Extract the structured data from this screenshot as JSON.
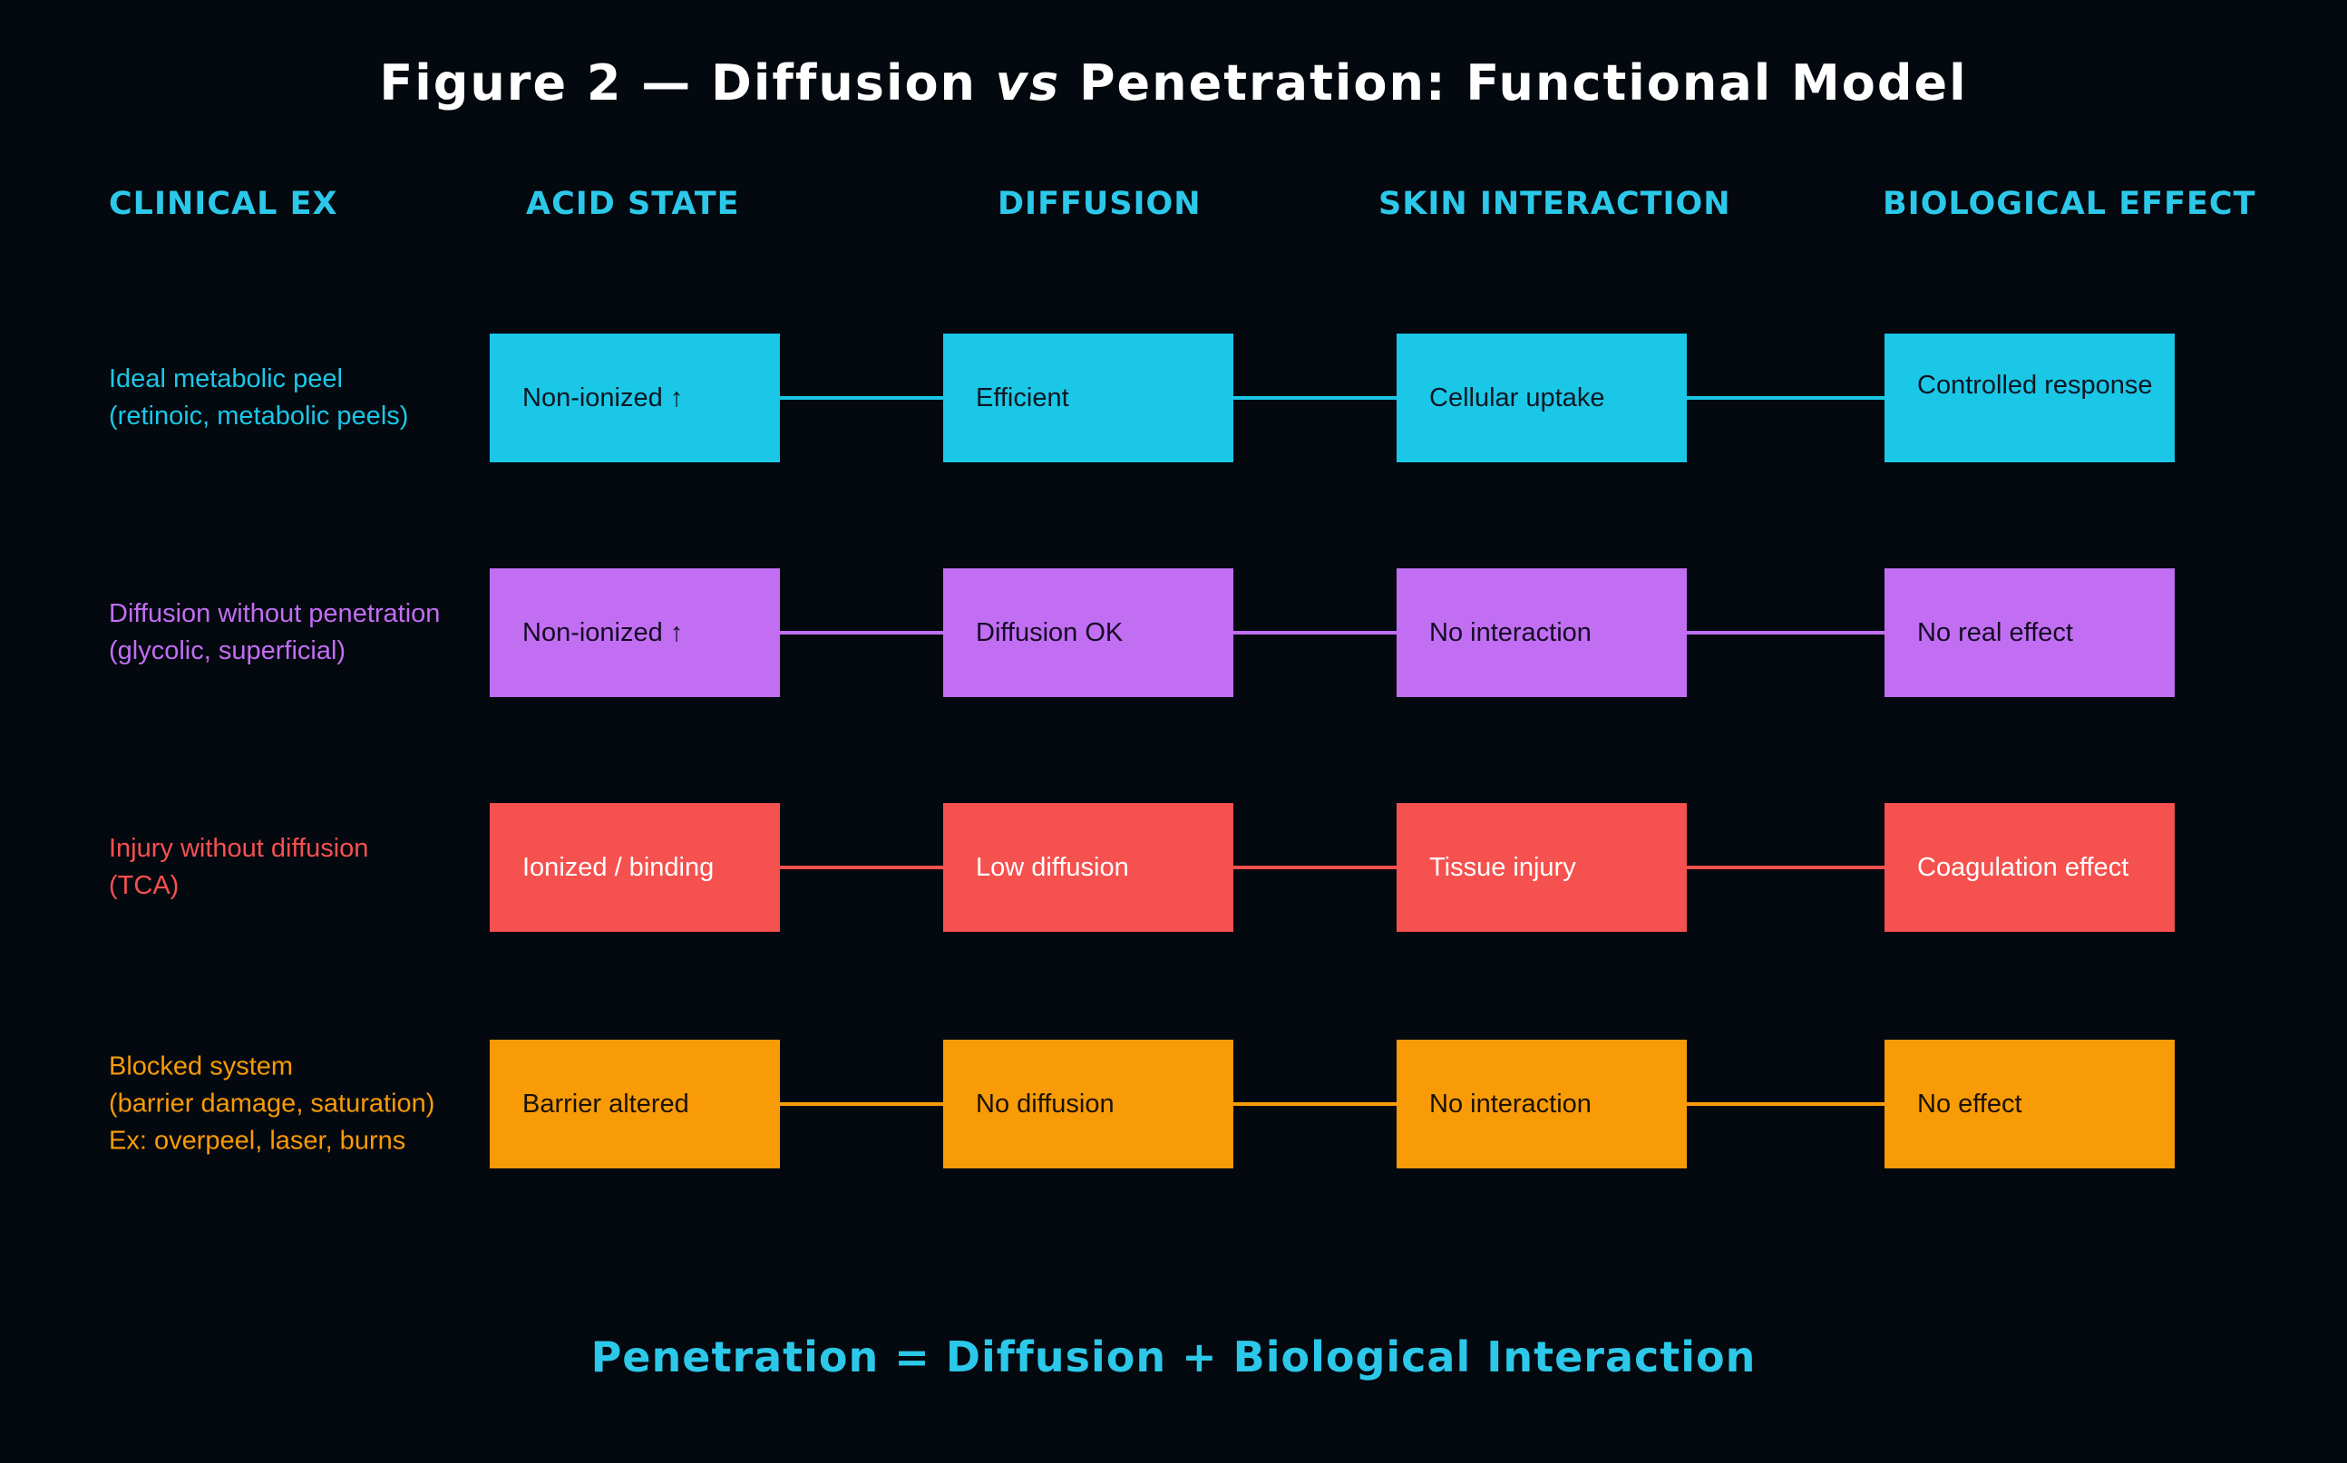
{
  "figure": {
    "title": {
      "pre": "Figure 2 — Diffusion ",
      "vs": "vs",
      "post": " Penetration: Functional Model"
    },
    "footer": "Penetration = Diffusion + Biological Interaction"
  },
  "columns": [
    "CLINICAL EX",
    "ACID STATE",
    "DIFFUSION",
    "SKIN INTERACTION",
    "BIOLOGICAL EFFECT"
  ],
  "rows": [
    {
      "name": "ideal-metabolic-peel",
      "color": "#1bc7e7",
      "text_color": "#0c1722",
      "label_lines": [
        "Ideal metabolic peel",
        "(retinoic, metabolic peels)"
      ],
      "cells": [
        "Non-ionized ↑",
        "Efficient",
        "Cellular uptake",
        "Controlled response"
      ]
    },
    {
      "name": "diffusion-without-penetration",
      "color": "#c16ef3",
      "text_color": "#150a24",
      "label_lines": [
        "Diffusion without penetration",
        "(glycolic, superficial)"
      ],
      "cells": [
        "Non-ionized ↑",
        "Diffusion OK",
        "No interaction",
        "No real effect"
      ]
    },
    {
      "name": "injury-without-diffusion",
      "color": "#f5514f",
      "text_color": "#ffffff",
      "label_lines": [
        "Injury without diffusion",
        "(TCA)"
      ],
      "cells": [
        "Ionized / binding",
        "Low diffusion",
        "Tissue injury",
        "Coagulation effect"
      ]
    },
    {
      "name": "blocked-system",
      "color": "#f89b07",
      "text_color": "#1a1203",
      "label_lines": [
        "Blocked system",
        "(barrier damage, saturation)",
        "Ex: overpeel, laser, burns"
      ],
      "cells": [
        "Barrier altered",
        "No diffusion",
        "No interaction",
        "No effect"
      ]
    }
  ],
  "colors": {
    "background": "#04080f",
    "title_text": "#ffffff",
    "heading_text": "#2cc8e9"
  }
}
